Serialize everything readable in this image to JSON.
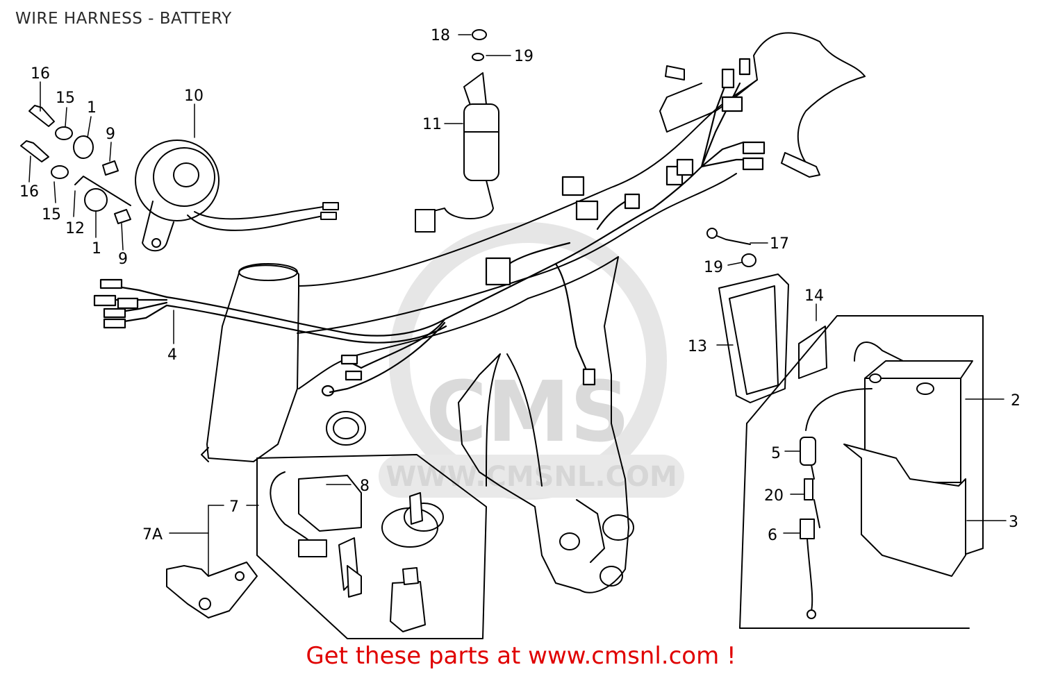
{
  "page": {
    "title": "WIRE HARNESS - BATTERY"
  },
  "watermark": {
    "text": "WWW.CMSNL.COM",
    "logo_text": "CMS"
  },
  "footer": {
    "cta": "Get these parts at www.cmsnl.com !"
  },
  "colors": {
    "footer_text": "#e00000",
    "line_art": "#000000",
    "watermark": "#d9d9d9"
  },
  "callouts": [
    "16",
    "15",
    "1",
    "9",
    "16",
    "15",
    "12",
    "1",
    "9",
    "10",
    "18",
    "19",
    "11",
    "17",
    "19",
    "14",
    "13",
    "2",
    "5",
    "20",
    "6",
    "3",
    "4",
    "8",
    "7",
    "7A"
  ]
}
